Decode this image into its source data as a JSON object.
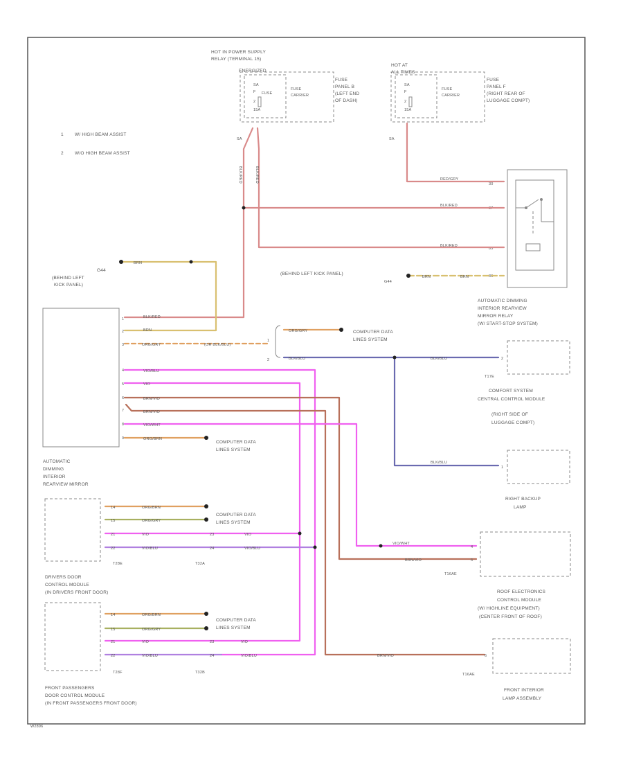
{
  "colors": {
    "red": "#d98a8a",
    "brown": "#b8705a",
    "orange": "#e0a060",
    "yellow": "#d9c070",
    "olive": "#a8b060",
    "blue": "#6a6ab0",
    "violet": "#b080e0",
    "pink": "#f060f0",
    "frame": "#555555"
  },
  "legend": [
    {
      "num": "1",
      "text": "W/ HIGH BEAM ASSIST"
    },
    {
      "num": "2",
      "text": "W/O HIGH BEAM ASSIST"
    }
  ],
  "top_labels": {
    "hot_in_relay": [
      "HOT IN POWER SUPPLY",
      "RELAY (TERMINAL 15)"
    ],
    "energized": "ENERGIZED",
    "hot_at_all_times": [
      "HOT AT",
      "ALL TIMES"
    ],
    "fuse_left": [
      "FUSE",
      "CARRIER"
    ],
    "fuse_panel_b": [
      "FUSE",
      "PANEL B",
      "(LEFT END",
      "OF DASH)"
    ],
    "fuse_right": [
      "FUSE",
      "CARRIER"
    ],
    "fuse_panel_f": [
      "FUSE",
      "PANEL F",
      "(RIGHT REAR OF",
      "LUGGAGE COMPT)"
    ],
    "sa_left": "SA",
    "sa_right": "SA",
    "f_left": "F",
    "f_right": "F",
    "pin_left": "2",
    "pin_right": "2",
    "amp_left": "15A",
    "amp_right": "15A"
  },
  "wire_labels": {
    "blk_red_1": "BLK/RED",
    "blk_red_2": "BLK/RED",
    "red_grn_top": "RED/GRY",
    "blk_red_87": "BLK/RED",
    "blk_red_85": "BLK/RED",
    "brn_g44": "BRN",
    "brn_left_kick": "BRN",
    "brn_left_kick_b": "BRN",
    "mirror_blk_red": "BLK/RED",
    "mirror_brn": "BRN",
    "mirror_org_gry": "ORG/GRY",
    "mirror_org_blu": "(OR BLK/BLU)",
    "org_gry_cds": "ORG/GRY",
    "blk_blu_main": "BLK/BLU",
    "blk_blu_t17": "BLK/BLU",
    "blk_blu_backup": "BLK/BLU",
    "vio_blu": "VIO/BLU",
    "vio": "VIO",
    "brn_vio_1": "BRN/VIO",
    "brn_vio_2": "BRN/VIO",
    "vio_wht": "VIO/WHT",
    "org_brn": "ORG/BRN",
    "vio_wht_roof": "VIO/WHT",
    "brn_vio_roof": "BRN/VIO",
    "brn_vio_front": "BRN/VIO",
    "dd_org_brn": "ORG/BRN",
    "dd_org_gry": "ORG/GRY",
    "dd_vio": "VIO",
    "dd_vio_blu": "VIO/BLU",
    "dd_vio_b": "VIO",
    "dd_vio_blu_b": "VIO/BLU",
    "fp_org_brn": "ORG/BRN",
    "fp_org_gry": "ORG/GRY",
    "fp_vio": "VIO",
    "fp_vio_blu": "VIO/BLU",
    "fp_vio_b": "VIO",
    "fp_vio_blu_b": "VIO/BLU"
  },
  "pins": {
    "relay_30": "30",
    "relay_87": "87",
    "relay_85": "85",
    "relay_86": "86",
    "m1": "1",
    "m2": "2",
    "m3": "3",
    "m4": "4",
    "m5": "5",
    "m6": "6",
    "m7": "7",
    "m8": "8",
    "m9": "9",
    "dd_a": "14",
    "dd_b": "15",
    "dd_c": "21",
    "dd_d": "22",
    "dd_e": "23",
    "dd_f": "24",
    "fp_a": "14",
    "fp_b": "15",
    "fp_c": "21",
    "fp_d": "22",
    "fp_e": "23",
    "fp_f": "24",
    "roof_a": "4",
    "roof_b": "5",
    "front_a": "6",
    "t17_pin": "2",
    "backup_pin": "1",
    "split_1": "1",
    "split_2": "2"
  },
  "components": {
    "g44_left": [
      "G44",
      "(BEHIND LEFT",
      "KICK PANEL)"
    ],
    "g44_right": [
      "(BEHIND LEFT KICK PANEL)",
      "G44"
    ],
    "relay": [
      "AUTOMATIC DIMMING",
      "INTERIOR REARVIEW",
      "MIRROR RELAY",
      "(W/ START-STOP SYSTEM)"
    ],
    "mirror": [
      "AUTOMATIC",
      "DIMMING",
      "INTERIOR",
      "REARVIEW MIRROR"
    ],
    "cds_1": [
      "COMPUTER DATA",
      "LINES SYSTEM"
    ],
    "cds_2": [
      "COMPUTER DATA",
      "LINES SYSTEM"
    ],
    "cds_3": [
      "COMPUTER DATA",
      "LINES SYSTEM"
    ],
    "cds_4": [
      "COMPUTER DATA",
      "LINES SYSTEM"
    ],
    "comfort": [
      "COMFORT SYSTEM",
      "CENTRAL CONTROL MODULE",
      "(RIGHT SIDE OF",
      "LUGGAGE COMPT)"
    ],
    "backup": [
      "RIGHT BACKUP",
      "LAMP"
    ],
    "roof": [
      "ROOF ELECTRONICS",
      "CONTROL MODULE",
      "(W/ HIGHLINE EQUIPMENT)",
      "(CENTER FRONT OF ROOF)"
    ],
    "front_lamp": [
      "FRONT INTERIOR",
      "LAMP ASSEMBLY"
    ],
    "drivers_door": [
      "DRIVERS DOOR",
      "CONTROL MODULE",
      "(IN DRIVERS FRONT DOOR)"
    ],
    "pass_door": [
      "FRONT PASSENGERS",
      "DOOR CONTROL MODULE",
      "(IN FRONT PASSENGERS FRONT DOOR)"
    ]
  },
  "connectors": {
    "t17": "T17E",
    "t16": "T16AE",
    "t16b": "T16AE",
    "t28": "T28E",
    "t32a": "T32A",
    "t28b": "T28F",
    "t32b": "T32B"
  },
  "footer_code": "W2896",
  "icons": {
    "relay_switch": "switch-contact-icon",
    "relay_coil": "relay-coil-icon",
    "splice": "splice-dot-icon"
  }
}
